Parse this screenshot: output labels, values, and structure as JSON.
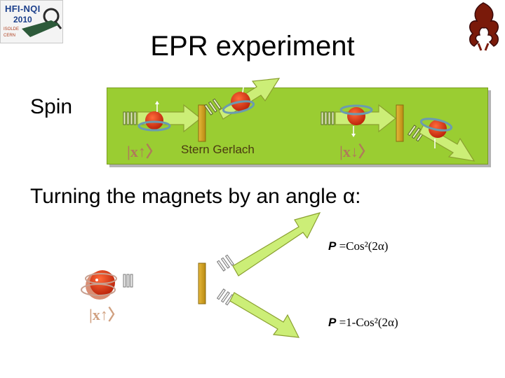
{
  "logo": {
    "title": "HFI-NQI",
    "year": "2010",
    "line1": "ISOLDE",
    "line2": "CERN"
  },
  "slide": {
    "title": "EPR experiment",
    "spin_label": "Spin",
    "turning_label": "Turning the magnets by an angle α:"
  },
  "panel": {
    "ket_up": "|x↑〉",
    "ket_down": "|x↓〉",
    "stern_gerlach": "Stern Gerlach"
  },
  "lower": {
    "ket_up": "|x↑〉",
    "prob_upper_p": "P",
    "prob_upper_expr": " =Cos²(2α)",
    "prob_lower_p": "P",
    "prob_lower_expr": " =1-Cos²(2α)"
  },
  "colors": {
    "panel_green": "#9acd32",
    "arrow_fill": "#ccee77",
    "magnet": "#d4a017",
    "particle": "#d03010",
    "ring": "#6b9bb0"
  },
  "icons": [
    "logo-image",
    "emblem-icon",
    "particle-icon",
    "magnet-icon",
    "beam-arrow-icon",
    "spin-ring-icon",
    "spin-arrow-icon"
  ]
}
